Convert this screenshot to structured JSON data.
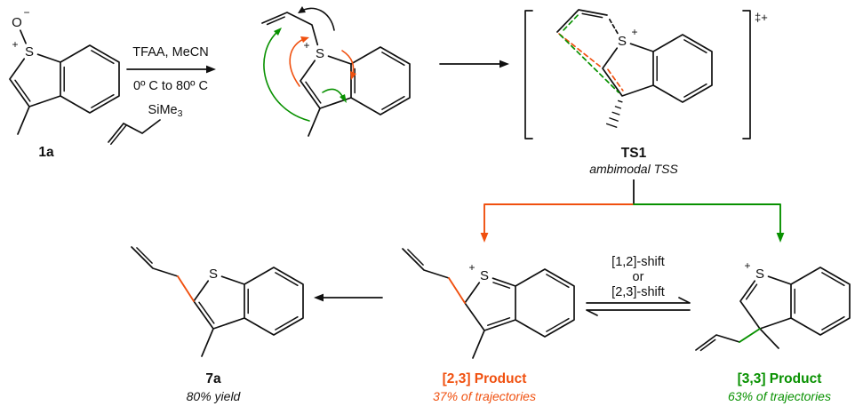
{
  "colors": {
    "ink": "#101010",
    "orange": "#F0500F",
    "green": "#089100"
  },
  "compound_1a": {
    "label": "1a",
    "s": "S",
    "o": "O",
    "plus": "+",
    "minus": "−"
  },
  "conditions": {
    "line1": "TFAA, MeCN",
    "line2": "0º C to 80º C",
    "silane_base": "SiMe",
    "silane_sub": "3"
  },
  "intermediate": {
    "s": "S",
    "plus": "+"
  },
  "ts": {
    "bracket_charge": "‡+",
    "s": "S",
    "plus": "+",
    "label": "TS1",
    "sublabel": "ambimodal TSS"
  },
  "shift_label": {
    "line1": "[1,2]-shift",
    "line2": "or",
    "line3": "[2,3]-shift"
  },
  "product_23": {
    "s": "S",
    "plus": "+",
    "label": "[2,3] Product",
    "sublabel": "37% of trajectories"
  },
  "product_33": {
    "s": "S",
    "plus": "+",
    "label": "[3,3] Product",
    "sublabel": "63% of trajectories"
  },
  "compound_7a": {
    "s": "S",
    "label": "7a",
    "sublabel": "80% yield"
  }
}
